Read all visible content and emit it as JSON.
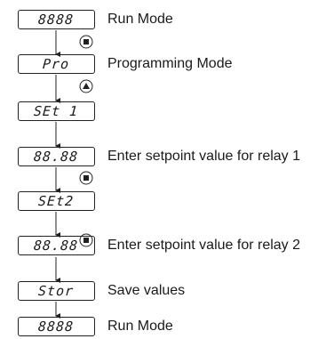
{
  "steps": [
    {
      "display": "8888",
      "label": "Run Mode"
    },
    {
      "display": "Pro",
      "label": "Programming Mode"
    },
    {
      "display": "SEt 1",
      "label": ""
    },
    {
      "display": "88.88",
      "label": "Enter setpoint value for relay 1"
    },
    {
      "display": "SEt2",
      "label": ""
    },
    {
      "display": "88.88",
      "label": "Enter setpoint value for relay 2"
    },
    {
      "display": "Stor",
      "label": "Save values"
    },
    {
      "display": "8888",
      "label": "Run Mode"
    }
  ],
  "keys": [
    {
      "after_step": 0,
      "icon": "square-key-icon"
    },
    {
      "after_step": 1,
      "icon": "up-triangle-key-icon"
    },
    {
      "after_step": 3,
      "icon": "square-key-icon"
    },
    {
      "after_step": 5,
      "icon": "square-key-icon"
    }
  ]
}
